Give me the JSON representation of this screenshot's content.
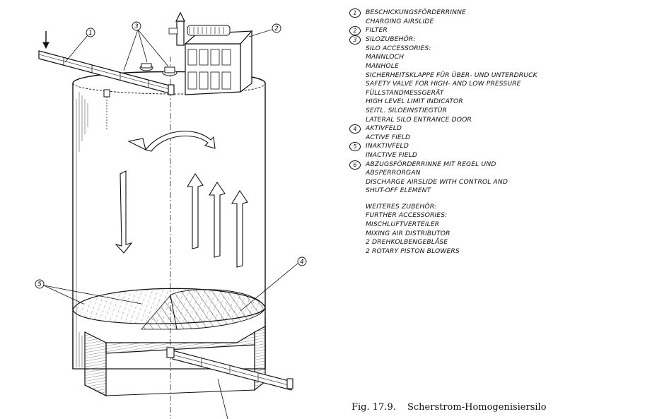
{
  "callouts": {
    "c1": "1",
    "c2": "2",
    "c3": "3",
    "c4": "4",
    "c5": "5"
  },
  "legend": {
    "items": [
      {
        "num": "1",
        "lines": [
          "BESCHICKUNGSFÖRDERRINNE",
          "CHARGING AIRSLIDE"
        ]
      },
      {
        "num": "2",
        "lines": [
          "FILTER"
        ]
      },
      {
        "num": "3",
        "lines": [
          "SILOZUBEHÖR:",
          "SILO ACCESSORIES:",
          "MANNLOCH",
          "MANHOLE",
          "SICHERHEITSKLAPPE FÜR ÜBER- UND UNTERDRUCK",
          "SAFETY VALVE FOR HIGH- AND LOW PRESSURE",
          "FÜLLSTANDMESSGERÄT",
          "HIGH LEVEL LIMIT INDICATOR",
          "SEITL. SILOEINSTIEGTÜR",
          "LATERAL SILO ENTRANCE DOOR"
        ]
      },
      {
        "num": "4",
        "lines": [
          "AKTIVFELD",
          "ACTIVE FIELD"
        ]
      },
      {
        "num": "5",
        "lines": [
          "INAKTIVFELD",
          "INACTIVE FIELD"
        ]
      },
      {
        "num": "6",
        "lines": [
          "ABZUGSFÖRDERRINNE MIT REGEL UND",
          "ABSPERRORGAN",
          "DISCHARGE AIRSLIDE WITH CONTROL AND",
          "SHUT-OFF ELEMENT"
        ]
      }
    ],
    "further": [
      "WEITERES ZUBEHÖR:",
      "FURTHER ACCESSORIES:",
      "MISCHLUFTVERTEILER",
      "MIXING AIR DISTRIBUTOR",
      "2 DREHKOLBENGEBLÄSE",
      "2 ROTARY PISTON BLOWERS"
    ]
  },
  "caption": {
    "fig": "Fig. 17.9.",
    "title": "Scherstrom-Homogenisiersilo"
  }
}
